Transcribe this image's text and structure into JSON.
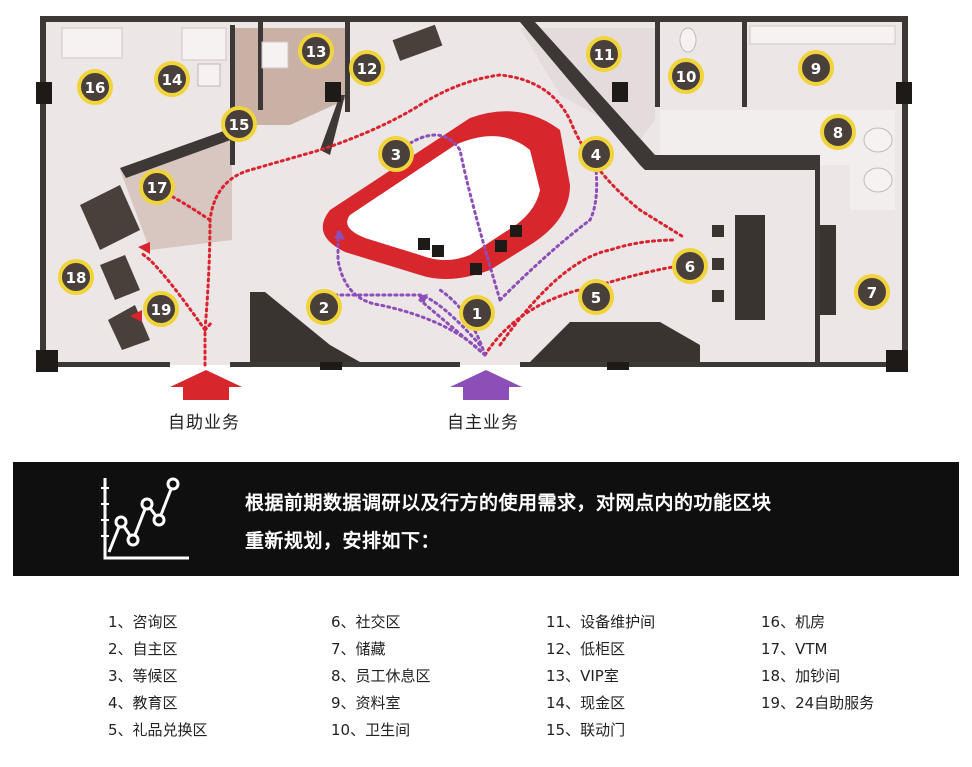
{
  "markers": [
    {
      "num": "1"
    },
    {
      "num": "2"
    },
    {
      "num": "3"
    },
    {
      "num": "4"
    },
    {
      "num": "5"
    },
    {
      "num": "6"
    },
    {
      "num": "7"
    },
    {
      "num": "8"
    },
    {
      "num": "9"
    },
    {
      "num": "10"
    },
    {
      "num": "11"
    },
    {
      "num": "12"
    },
    {
      "num": "13"
    },
    {
      "num": "14"
    },
    {
      "num": "15"
    },
    {
      "num": "16"
    },
    {
      "num": "17"
    },
    {
      "num": "18"
    },
    {
      "num": "19"
    }
  ],
  "entrances": {
    "self_help_label": "自助业务",
    "self_service_label": "自主业务"
  },
  "banner": {
    "line1": "根据前期数据调研以及行方的使用需求，对网点内的功能区块",
    "line2": "重新规划，安排如下："
  },
  "legend": [
    "1、咨询区",
    "2、自主区",
    "3、等候区",
    "4、教育区",
    "5、礼品兑换区",
    "6、社交区",
    "7、储藏",
    "8、员工休息区",
    "9、资料室",
    "10、卫生间",
    "11、设备维护间",
    "12、低柜区",
    "13、VIP室",
    "14、现金区",
    "15、联动门",
    "16、机房",
    "17、VTM",
    "18、加钞间",
    "19、24自助服务"
  ],
  "colors": {
    "wall": "#3d3835",
    "floor": "#ece6e6",
    "marker_fill": "#4a403b",
    "marker_ring": "#f0d43a",
    "red_path": "#d9232e",
    "purple_path": "#8c4fb8",
    "counter_red": "#d8262d"
  }
}
